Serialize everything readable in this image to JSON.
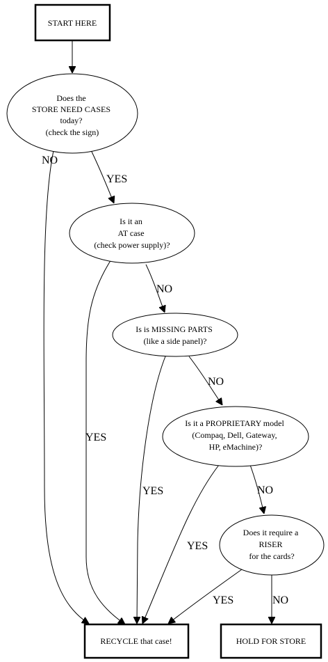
{
  "nodes": {
    "start": {
      "lines": [
        "START HERE"
      ]
    },
    "store_need": {
      "lines": [
        "Does the",
        "STORE NEED CASES",
        "today?",
        "(check the sign)"
      ]
    },
    "at_case": {
      "lines": [
        "Is it an",
        "AT case",
        "(check power supply)?"
      ]
    },
    "missing": {
      "lines": [
        "Is is MISSING PARTS",
        "(like a side panel)?"
      ]
    },
    "proprietary": {
      "lines": [
        "Is it a PROPRIETARY model",
        "(Compaq, Dell, Gateway,",
        "HP, eMachine)?"
      ]
    },
    "riser": {
      "lines": [
        "Does it require a",
        "RISER",
        "for the cards?"
      ]
    },
    "recycle": {
      "lines": [
        "RECYCLE that case!"
      ]
    },
    "hold": {
      "lines": [
        "HOLD FOR STORE"
      ]
    }
  },
  "edge_labels": {
    "store_no": "NO",
    "store_yes": "YES",
    "at_no": "NO",
    "at_yes": "YES",
    "missing_no": "NO",
    "missing_yes": "YES",
    "prop_no": "NO",
    "prop_yes": "YES",
    "riser_yes": "YES",
    "riser_no": "NO"
  }
}
